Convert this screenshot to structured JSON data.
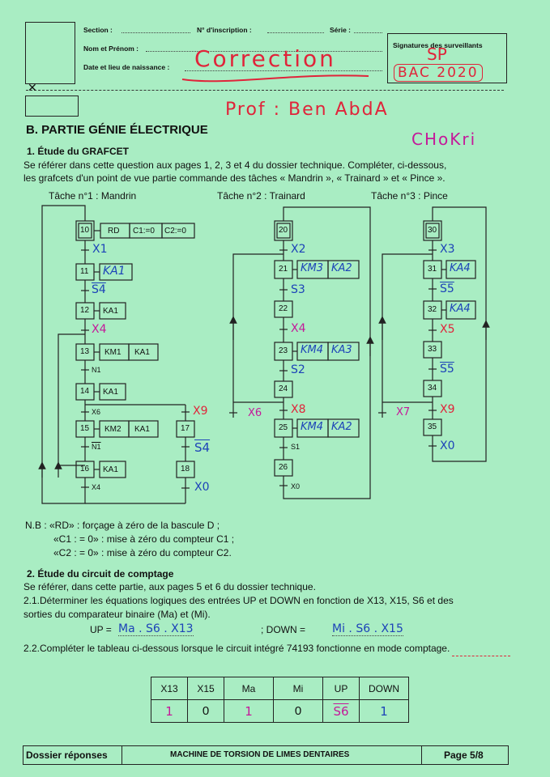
{
  "header": {
    "section_label": "Section :",
    "inscription_label": "N° d'inscription :",
    "serie_label": "Série :",
    "nom_label": "Nom et Prénom :",
    "date_label": "Date et lieu de naissance :",
    "signatures_label": "Signatures des surveillants",
    "hand_correction": "Correction",
    "hand_sp": "SP",
    "hand_bac": "BAC 2020",
    "hand_prof": "Prof : Ben AbdA",
    "hand_chokri": "CHoKri"
  },
  "section": {
    "title": "B. PARTIE GÉNIE ÉLECTRIQUE",
    "q1_title": "1. Étude du GRAFCET",
    "q1_text_1": "Se référer dans cette question aux pages 1, 2, 3 et 4 du dossier technique. Compléter, ci-dessous,",
    "q1_text_2": "les grafcets d'un point de vue partie commande des tâches « Mandrin », « Trainard » et « Pince »."
  },
  "grafcets": {
    "task1_title": "Tâche n°1 : Mandrin",
    "task2_title": "Tâche n°2 : Trainard",
    "task3_title": "Tâche n°3 : Pince",
    "t1": {
      "s10": "10",
      "a10_1": "RD",
      "a10_2": "C1:=0",
      "a10_3": "C2:=0",
      "r1": "X1",
      "s11": "11",
      "a11": "KA1",
      "r2": "S4",
      "s12": "12",
      "a12": "KA1",
      "r3": "X4",
      "s13": "13",
      "a13_1": "KM1",
      "a13_2": "KA1",
      "r4": "N1",
      "s14": "14",
      "a14": "KA1",
      "r5": "X6",
      "r5b": "X9",
      "s15": "15",
      "a15_1": "KM2",
      "a15_2": "KA1",
      "s17": "17",
      "r6": "N1",
      "r6b": "S4",
      "s16": "16",
      "a16": "KA1",
      "s18": "18",
      "r7": "X4",
      "r7b": "X0"
    },
    "t2": {
      "s20": "20",
      "r1": "X2",
      "s21": "21",
      "a21_1": "KM3",
      "a21_2": "KA2",
      "r2": "S3",
      "s22": "22",
      "r3": "X4",
      "s23": "23",
      "a23_1": "KM4",
      "a23_2": "KA3",
      "r4": "S2",
      "s24": "24",
      "r5": "X8",
      "r5b": "X6",
      "s25": "25",
      "a25_1": "KM4",
      "a25_2": "KA2",
      "r6": "S1",
      "s26": "26",
      "r7": "X0"
    },
    "t3": {
      "s30": "30",
      "r1": "X3",
      "s31": "31",
      "a31": "KA4",
      "r2": "S5",
      "s32": "32",
      "a32": "KA4",
      "r3": "X5",
      "s33": "33",
      "r4": "S5",
      "s34": "34",
      "r5": "X9",
      "r5b": "X7",
      "s35": "35",
      "r6": "X0"
    }
  },
  "nb": {
    "line1": "N.B : «RD» : forçage à zéro de la bascule D ;",
    "line2": "«C1 : = 0» : mise à zéro du compteur C1 ;",
    "line3": "«C2 : = 0» : mise à zéro du compteur C2."
  },
  "q2": {
    "title": "2. Étude du circuit de comptage",
    "intro": "Se référer, dans cette partie, aux pages 5 et 6 du dossier technique.",
    "q21_1": "2.1.Déterminer les équations logiques des entrées UP et DOWN en fonction de X13, X15, S6 et des",
    "q21_2": "sorties du comparateur binaire (Ma) et (Mi).",
    "up_label": "UP =",
    "up_answer": "Ma . S6 . X13",
    "down_label": "; DOWN =",
    "down_answer": "Mi . S6 . X15",
    "q22": "2.2.Compléter le tableau ci-dessous lorsque le circuit intégré 74193 fonctionne en mode comptage."
  },
  "table": {
    "headers": [
      "X13",
      "X15",
      "Ma",
      "Mi",
      "UP",
      "DOWN"
    ],
    "values": [
      "1",
      "0",
      "1",
      "0",
      "S6",
      "1"
    ]
  },
  "footer": {
    "left": "Dossier réponses",
    "center": "MACHINE DE TORSION DE LIMES DENTAIRES",
    "right": "Page 5/8"
  }
}
